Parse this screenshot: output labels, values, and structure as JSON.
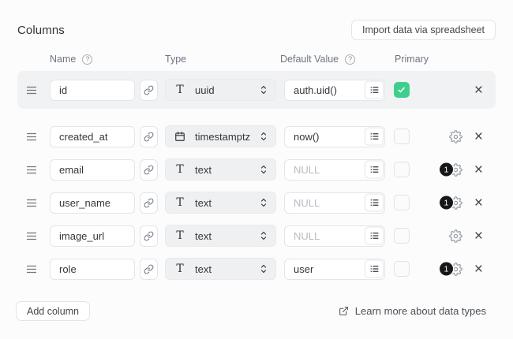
{
  "title": "Columns",
  "toolbar": {
    "import_button_label": "Import data via spreadsheet"
  },
  "column_headers": {
    "name": "Name",
    "type": "Type",
    "default_value": "Default Value",
    "primary": "Primary"
  },
  "rows": [
    {
      "name": "id",
      "type": "uuid",
      "type_icon": "text",
      "default_value": "auth.uid()",
      "primary": true,
      "highlighted": true,
      "badge": "",
      "has_gear": false
    },
    {
      "name": "created_at",
      "type": "timestamptz",
      "type_icon": "calendar",
      "default_value": "now()",
      "primary": false,
      "highlighted": false,
      "badge": "",
      "has_gear": true
    },
    {
      "name": "email",
      "type": "text",
      "type_icon": "text",
      "default_value": "",
      "default_placeholder": "NULL",
      "primary": false,
      "highlighted": false,
      "badge": "1",
      "has_gear": true
    },
    {
      "name": "user_name",
      "type": "text",
      "type_icon": "text",
      "default_value": "",
      "default_placeholder": "NULL",
      "primary": false,
      "highlighted": false,
      "badge": "1",
      "has_gear": true
    },
    {
      "name": "image_url",
      "type": "text",
      "type_icon": "text",
      "default_value": "",
      "default_placeholder": "NULL",
      "primary": false,
      "highlighted": false,
      "badge": "",
      "has_gear": true
    },
    {
      "name": "role",
      "type": "text",
      "type_icon": "text",
      "default_value": "user",
      "primary": false,
      "highlighted": false,
      "badge": "1",
      "has_gear": true
    }
  ],
  "footer": {
    "add_column_label": "Add column",
    "learn_more_label": "Learn more about data types"
  },
  "colors": {
    "primary_checked_green": "#3ECF8E",
    "highlighted_row_bg": "#F1F2F4",
    "badge_bg": "#171717",
    "page_bg": "#FCFCFC"
  }
}
